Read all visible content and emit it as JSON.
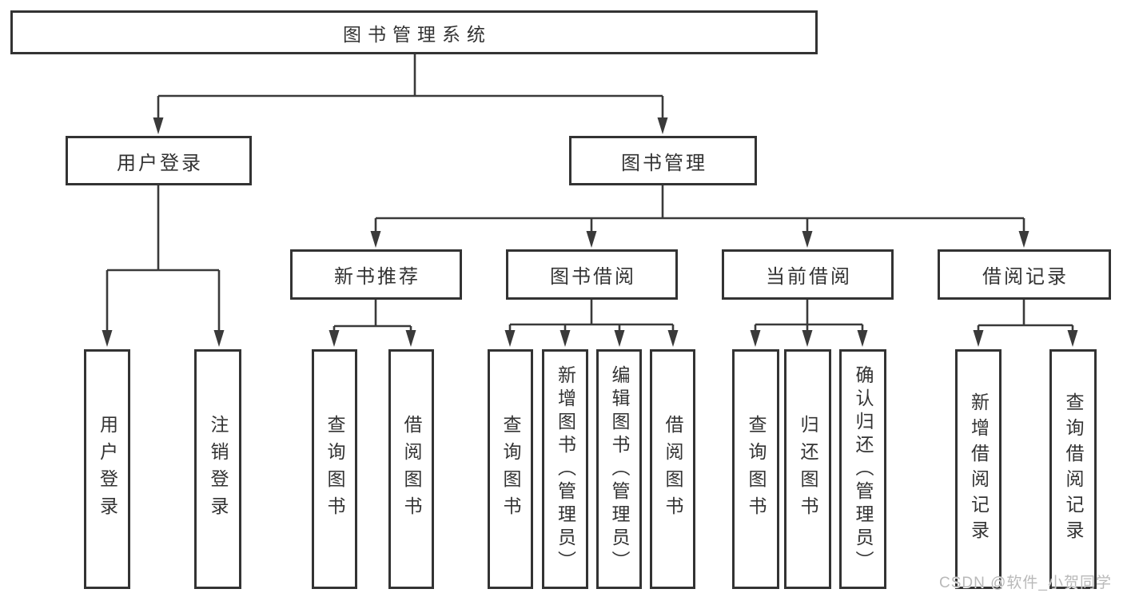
{
  "diagram": {
    "root": {
      "label": "图书管理系统"
    },
    "level2": [
      {
        "label": "用户登录"
      },
      {
        "label": "图书管理"
      }
    ],
    "level3": [
      {
        "label": "新书推荐"
      },
      {
        "label": "图书借阅"
      },
      {
        "label": "当前借阅"
      },
      {
        "label": "借阅记录"
      }
    ],
    "leaves": [
      {
        "label": "用户登录"
      },
      {
        "label": "注销登录"
      },
      {
        "label": "查询图书"
      },
      {
        "label": "借阅图书"
      },
      {
        "label": "查询图书"
      },
      {
        "label": "新增图书（管理员）"
      },
      {
        "label": "编辑图书（管理员）"
      },
      {
        "label": "借阅图书"
      },
      {
        "label": "查询图书"
      },
      {
        "label": "归还图书"
      },
      {
        "label": "确认归还（管理员）"
      },
      {
        "label": "新增借阅记录"
      },
      {
        "label": "查询借阅记录"
      }
    ],
    "watermark": "CSDN @软件_小贺同学",
    "colors": {
      "line": "#3a3a3a",
      "border": "#333333",
      "text": "#333333",
      "watermark": "#b9b9b9",
      "background": "#ffffff"
    }
  }
}
